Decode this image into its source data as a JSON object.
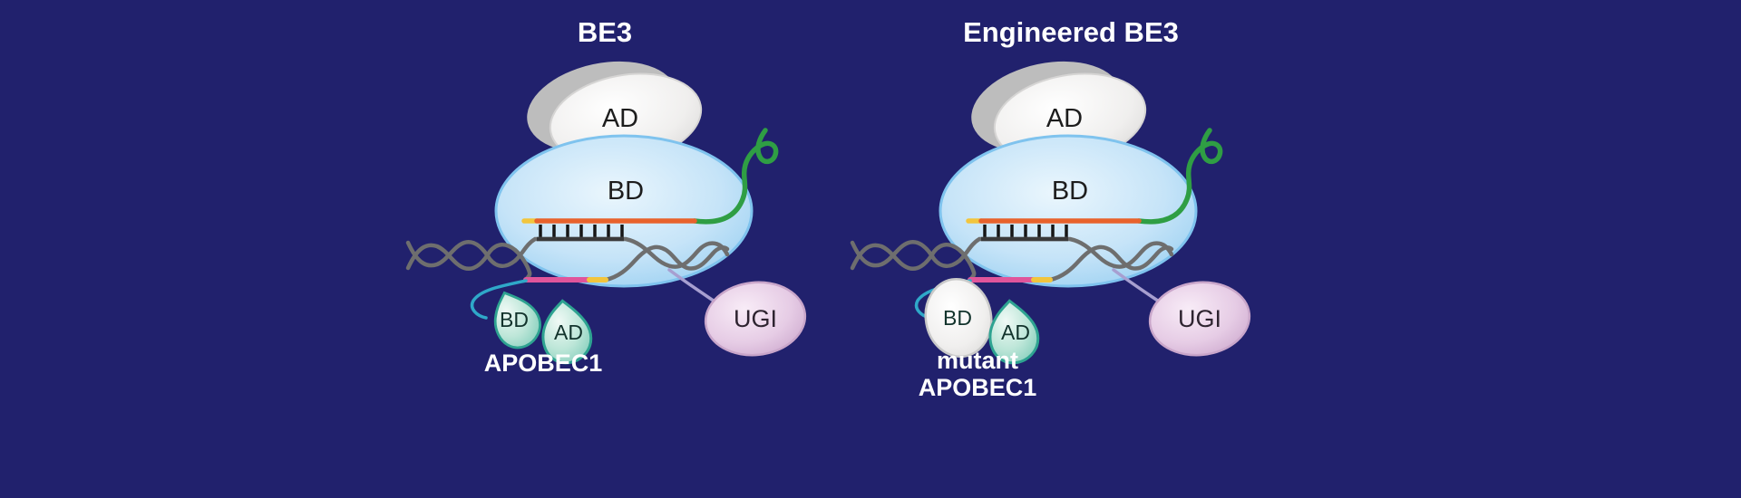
{
  "figure": {
    "background_color": "#21216d",
    "panels": [
      {
        "title": "BE3",
        "cas9": {
          "ad_label": "AD",
          "bd_label": "BD"
        },
        "deaminase": {
          "bd_label": "BD",
          "ad_label": "AD",
          "name": "APOBEC1"
        },
        "ugi_label": "UGI"
      },
      {
        "title": "Engineered BE3",
        "cas9": {
          "ad_label": "AD",
          "bd_label": "BD"
        },
        "deaminase": {
          "bd_label": "BD",
          "ad_label": "AD",
          "name_line1": "mutant",
          "name_line2": "APOBEC1"
        },
        "ugi_label": "UGI"
      }
    ],
    "legend_colors": {
      "cas9_body_blue": "#a9d5f2",
      "ad_domain_gray": "#ececec",
      "sgrna_green": "#2f9e44",
      "guide_rna_orange": "#e8622c",
      "edited_strand_pink": "#e0559b",
      "segment_yellow": "#f2c53d",
      "dna_gray": "#6e6e6e",
      "apobec_teal": "#7fccb9",
      "linker_teal": "#2fa8c9",
      "ugi_pink": "#e3c7e2",
      "linker_lavender": "#a79fd0"
    }
  }
}
